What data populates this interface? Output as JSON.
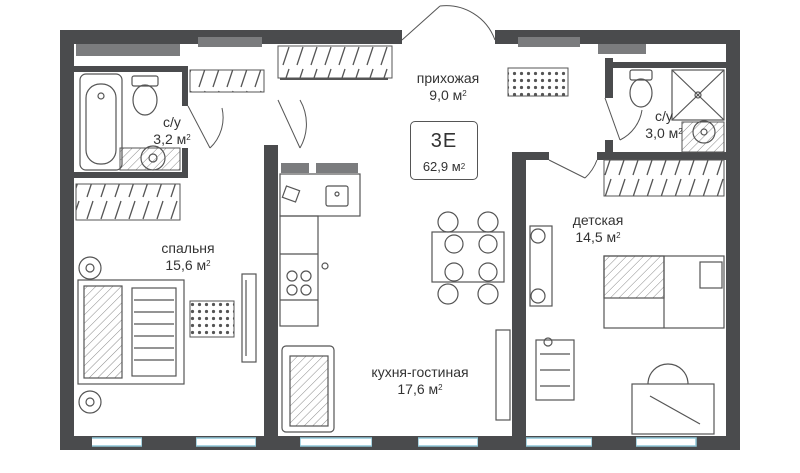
{
  "apartment": {
    "code": "3E",
    "total_area": "62,9",
    "unit": "м",
    "unit_power": "2"
  },
  "rooms": [
    {
      "id": "hallway",
      "name": "прихожая",
      "area": "9,0"
    },
    {
      "id": "bath-left",
      "name": "с/у",
      "area": "3,2"
    },
    {
      "id": "bath-right",
      "name": "с/у",
      "area": "3,0"
    },
    {
      "id": "bedroom",
      "name": "спальня",
      "area": "15,6"
    },
    {
      "id": "kids-room",
      "name": "детская",
      "area": "14,5"
    },
    {
      "id": "kitchen-living",
      "name": "кухня-гостиная",
      "area": "17,6"
    }
  ],
  "colors": {
    "wall": "#4a4b4d",
    "furniture": "#555555",
    "window": "#8fc7d8",
    "hatch": "#9a9a9a"
  }
}
